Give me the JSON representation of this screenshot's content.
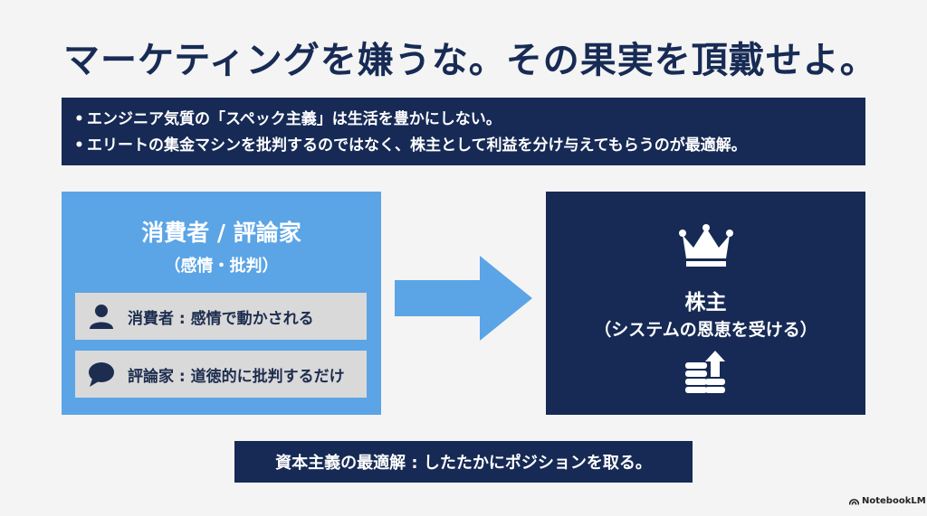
{
  "title": "マーケティングを嫌うな。その果実を頂戴せよ。",
  "bullets": [
    "エンジニア気質の「スペック主義」は生活を豊かにしない。",
    "エリートの集金マシンを批判するのではなく、株主として利益を分け与えてもらうのが最適解。"
  ],
  "bullet_marker": "•",
  "left_panel": {
    "title": "消費者 / 評論家",
    "subtitle": "（感情・批判）",
    "items": [
      {
        "icon": "person-icon",
        "label": "消費者 : 感情で動かされる"
      },
      {
        "icon": "speech-bubble-icon",
        "label": "評論家 : 道徳的に批判するだけ"
      }
    ]
  },
  "right_panel": {
    "icon_top": "crown-icon",
    "title": "株主",
    "subtitle": "（システムの恩恵を受ける）",
    "icon_bottom": "coins-up-arrow-icon"
  },
  "bottom_banner": "資本主義の最適解 : したたかにポジションを取る。",
  "brand": "NotebookLM",
  "colors": {
    "navy": "#162a55",
    "light_blue": "#5ba4e6",
    "chip_gray": "#d9d9d9",
    "background": "#f4f4f4"
  }
}
